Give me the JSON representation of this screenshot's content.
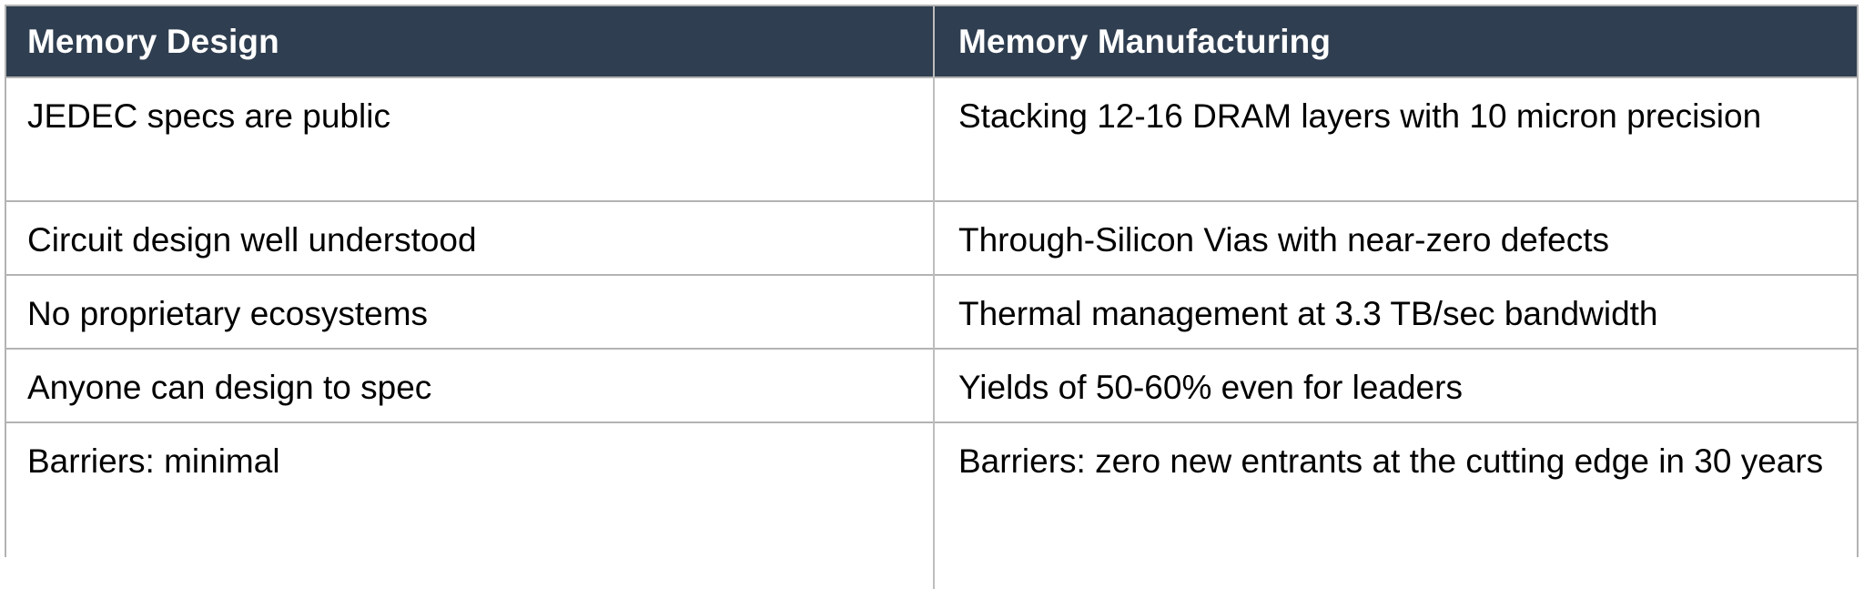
{
  "table": {
    "columns": [
      {
        "id": "memory-design",
        "header": "Memory Design"
      },
      {
        "id": "memory-manufacturing",
        "header": "Memory Manufacturing"
      }
    ],
    "rows": [
      {
        "left": "JEDEC specs are public",
        "right": "Stacking 12-16 DRAM layers with 10 micron precision"
      },
      {
        "left": "Circuit design well understood",
        "right": "Through-Silicon Vias with near-zero defects"
      },
      {
        "left": "No proprietary ecosystems",
        "right": "Thermal management at 3.3 TB/sec bandwidth"
      },
      {
        "left": "Anyone can design to spec",
        "right": "Yields of 50-60% even for leaders"
      },
      {
        "left": "Barriers: minimal",
        "right": "Barriers: zero new entrants at the cutting edge in 30 years"
      }
    ]
  },
  "colors": {
    "header_background": "#2f3e50",
    "header_text": "#ffffff",
    "body_text": "#000000",
    "border": "#b3b3b3",
    "page_background": "#ffffff"
  }
}
